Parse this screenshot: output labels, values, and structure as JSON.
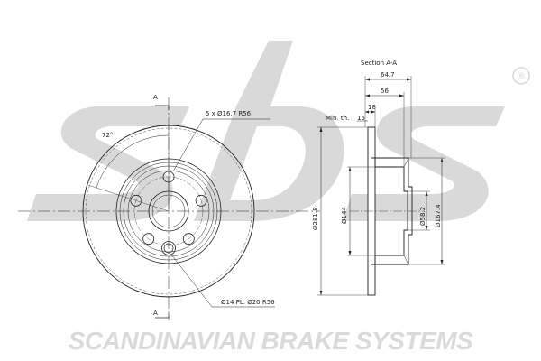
{
  "brand": {
    "watermark": "sbs",
    "registered_mark": "®",
    "footer": "SCANDINAVIAN BRAKE SYSTEMS",
    "watermark_color": "#d9d9d9"
  },
  "front_view": {
    "section_marker_top": "A",
    "section_marker_bottom": "A",
    "angle_label": "72°",
    "bolt_holes_label": "5 x Ø16.7  R56",
    "pilot_holes_label": "Ø14 PL. Ø20 R56"
  },
  "section_view": {
    "title": "Section A-A",
    "dim_total_width": "64.7",
    "dim_hat_depth": "56",
    "dim_disc_thickness": "18",
    "min_thickness_label": "Min. th.",
    "min_thickness_value": "15",
    "dim_outer_diameter": "Ø281.8",
    "dim_hat_diameter": "Ø144",
    "dim_center_bore": "Ø58.2",
    "dim_hub_diameter": "Ø167.4"
  }
}
